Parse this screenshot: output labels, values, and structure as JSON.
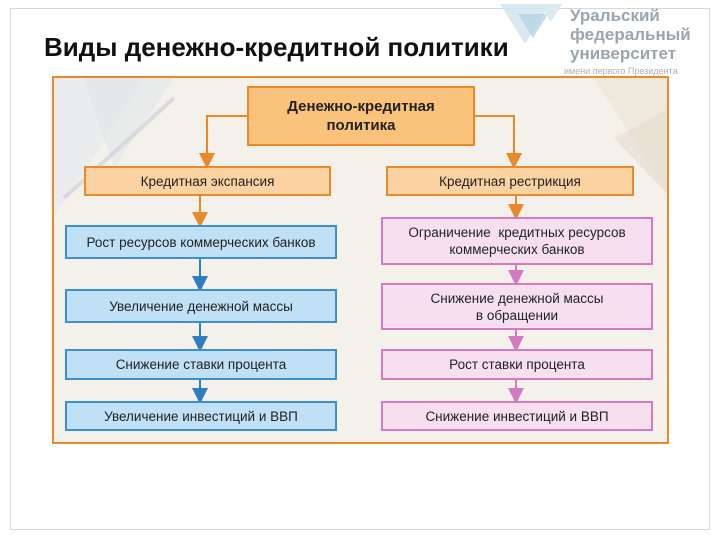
{
  "slide": {
    "title": "Виды денежно-кредитной политики"
  },
  "logo": {
    "line1": "Уральский",
    "line2": "федеральный",
    "line3": "университет",
    "tagline": "имени первого Президента"
  },
  "diagram": {
    "root": {
      "line1": "Денежно-кредитная",
      "line2": "политика"
    },
    "left_branch": {
      "label": "Кредитная экспансия",
      "steps": [
        "Рост ресурсов коммерческих банков",
        "Увеличение денежной массы",
        "Снижение ставки процента",
        "Увеличение инвестиций и ВВП"
      ]
    },
    "right_branch": {
      "label": "Кредитная рестрикция",
      "steps": [
        {
          "line1": "Ограничение  кредитных ресурсов",
          "line2": "коммерческих банков"
        },
        {
          "line1": "Снижение денежной массы",
          "line2": "в обращении"
        },
        {
          "line1": "Рост ставки процента",
          "line2": ""
        },
        {
          "line1": "Снижение инвестиций и ВВП",
          "line2": ""
        }
      ]
    }
  },
  "colors": {
    "orange_border": "#e8892b",
    "root_fill": "#fbc27c",
    "branch_fill": "#fbd3a2",
    "left_fill": "#bfe0f5",
    "left_border": "#3a8fcc",
    "right_fill": "#f7dff0",
    "right_border": "#d37ac0"
  }
}
